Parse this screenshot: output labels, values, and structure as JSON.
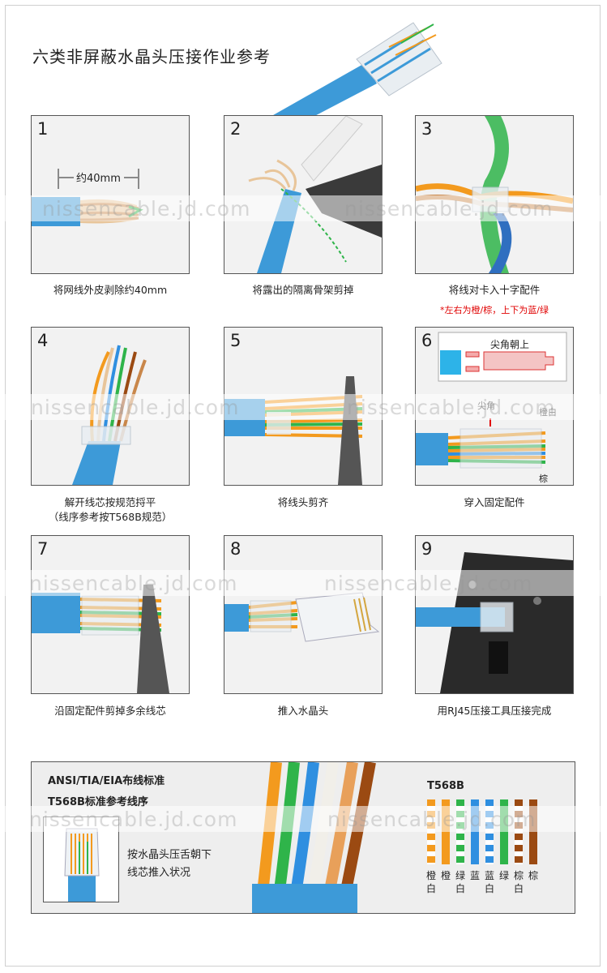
{
  "page": {
    "title": "六类非屏蔽水晶头压接作业参考"
  },
  "steps": [
    {
      "num": "1",
      "caption": "将网线外皮剥除约40mm",
      "label": "约40mm"
    },
    {
      "num": "2",
      "caption": "将露出的隔离骨架剪掉"
    },
    {
      "num": "3",
      "caption": "将线对卡入十字配件",
      "note": "*左右为橙/棕，上下为蓝/绿"
    },
    {
      "num": "4",
      "caption": "解开线芯按规范捋平",
      "caption2": "（线序参考按T568B规范）"
    },
    {
      "num": "5",
      "caption": "将线头剪齐"
    },
    {
      "num": "6",
      "caption": "穿入固定配件",
      "label_top": "尖角朝上",
      "label_tip": "尖角",
      "label_orange": "橙白",
      "label_brown": "棕"
    },
    {
      "num": "7",
      "caption": "沿固定配件剪掉多余线芯"
    },
    {
      "num": "8",
      "caption": "推入水晶头"
    },
    {
      "num": "9",
      "caption": "用RJ45压接工具压接完成"
    }
  ],
  "watermark": "nissencable.jd.com",
  "standard": {
    "line1": "ANSI/TIA/EIA布线标准",
    "line2": "T568B标准参考线序",
    "desc1": "按水晶头压舌朝下",
    "desc2": "线芯推入状况",
    "t568_title": "T568B",
    "wires": [
      {
        "l1": "橙",
        "l2": "白",
        "color": "#f39a1e",
        "striped": true
      },
      {
        "l1": "橙",
        "l2": "",
        "color": "#f39a1e",
        "striped": false
      },
      {
        "l1": "绿",
        "l2": "白",
        "color": "#2fb44a",
        "striped": true
      },
      {
        "l1": "蓝",
        "l2": "",
        "color": "#2f8fe0",
        "striped": false
      },
      {
        "l1": "蓝",
        "l2": "白",
        "color": "#2f8fe0",
        "striped": true
      },
      {
        "l1": "绿",
        "l2": "",
        "color": "#2fb44a",
        "striped": false
      },
      {
        "l1": "棕",
        "l2": "白",
        "color": "#9b4a12",
        "striped": true
      },
      {
        "l1": "棕",
        "l2": "",
        "color": "#9b4a12",
        "striped": false
      }
    ]
  },
  "colors": {
    "cable_blue": "#3d9ad8",
    "orange": "#f39a1e",
    "green": "#2fb44a",
    "blue": "#2f8fe0",
    "brown": "#9b4a12",
    "note_red": "#e00000"
  }
}
